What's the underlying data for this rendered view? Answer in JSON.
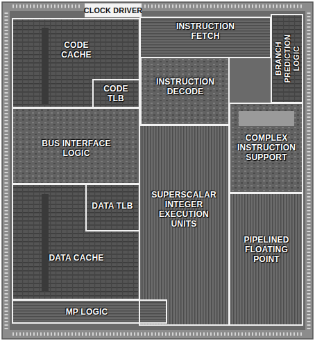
{
  "diagram": {
    "nodes": [
      {
        "text": [
          "CLOCK DRIVER"
        ]
      },
      {
        "text": [
          "CODE CACHE"
        ]
      },
      {
        "text": [
          "CODE TLB"
        ],
        "in": 1
      },
      {
        "text": [
          "INSTRUCTION FETCH"
        ]
      },
      {
        "text": [
          "BRANCH PREDICTION LOGIC"
        ]
      },
      {
        "text": [
          "INSTRUCTION DECODE"
        ]
      },
      {
        "text": [
          "BUS INTERFACE LOGIC"
        ]
      },
      {
        "text": [
          "COMPLEX INSTRUCTION SUPPORT"
        ]
      },
      {
        "text": [
          "DATA CACHE"
        ]
      },
      {
        "text": [
          "DATA TLB"
        ],
        "in": 8
      },
      {
        "text": [
          "SUPERSCALAR INTEGER EXECUTION UNITS"
        ]
      },
      {
        "text": [
          "PIPELINED FLOATING POINT"
        ]
      },
      {
        "text": [
          "MP LOGIC"
        ]
      }
    ]
  }
}
